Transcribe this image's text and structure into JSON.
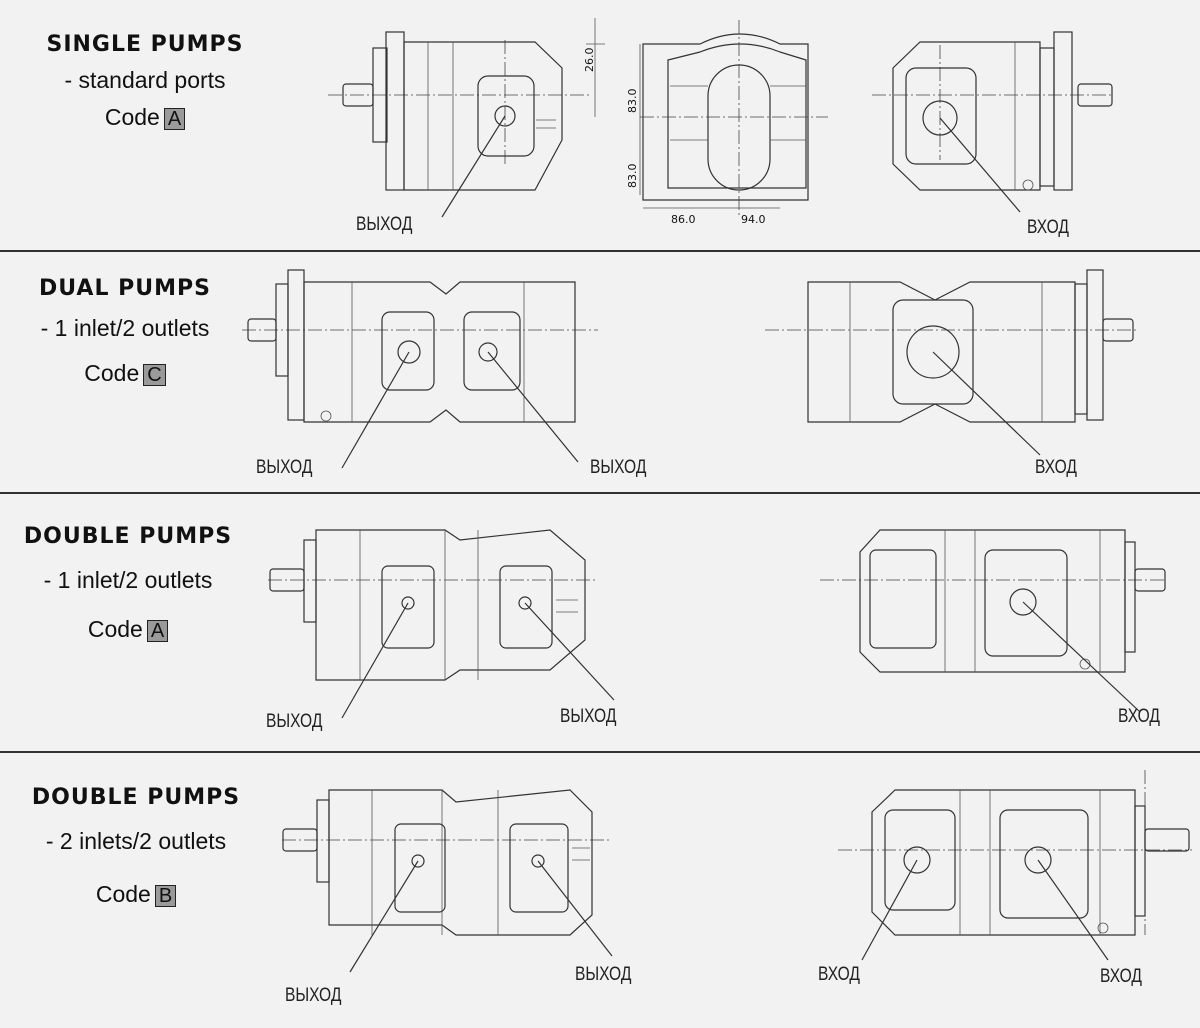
{
  "sections": [
    {
      "title": "SINGLE PUMPS",
      "subtitle": "- standard ports",
      "code_label": "Code",
      "code": "A",
      "ports": [
        "ВЫХОД",
        "ВХОД"
      ]
    },
    {
      "title": "DUAL PUMPS",
      "subtitle": "- 1 inlet/2 outlets",
      "code_label": "Code",
      "code": "C",
      "ports": [
        "ВЫХОД",
        "ВЫХОД",
        "ВХОД"
      ]
    },
    {
      "title": "DOUBLE PUMPS",
      "subtitle": "- 1 inlet/2 outlets",
      "code_label": "Code",
      "code": "A",
      "ports": [
        "ВЫХОД",
        "ВЫХОД",
        "ВХОД"
      ]
    },
    {
      "title": "DOUBLE PUMPS",
      "subtitle": "- 2 inlets/2 outlets",
      "code_label": "Code",
      "code": "B",
      "ports": [
        "ВЫХОД",
        "ВЫХОД",
        "ВХОД",
        "ВХОД"
      ]
    }
  ],
  "dimensions": {
    "top": "26.0",
    "upper": "83.0",
    "lower": "83.0",
    "left": "86.0",
    "right": "94.0"
  }
}
